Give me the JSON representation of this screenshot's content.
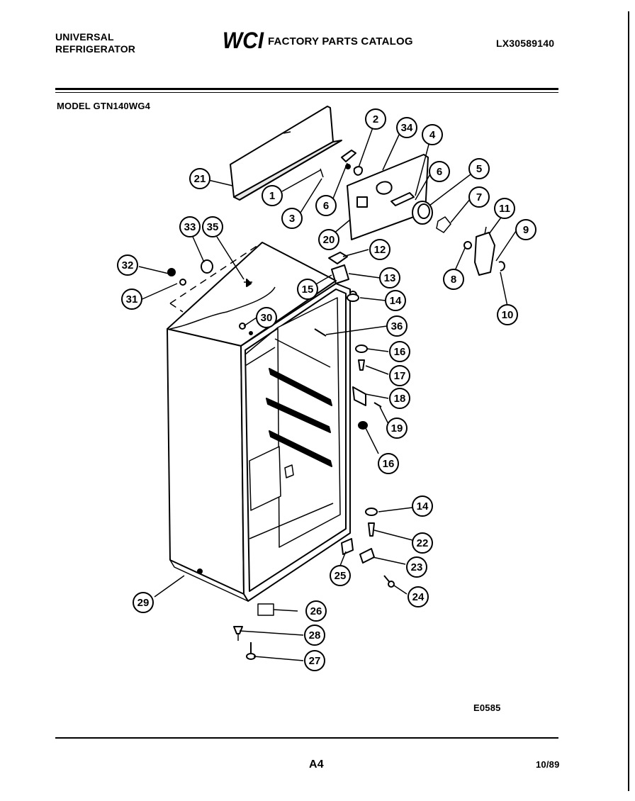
{
  "header": {
    "brand_line1": "UNIVERSAL",
    "brand_line2": "REFRIGERATOR",
    "logo_text": "WCI",
    "catalog_title": "FACTORY PARTS CATALOG",
    "catalog_number": "LX30589140",
    "model": "MODEL GTN140WG4"
  },
  "callouts": [
    "1",
    "2",
    "3",
    "4",
    "5",
    "6",
    "6",
    "7",
    "8",
    "9",
    "10",
    "11",
    "12",
    "13",
    "14",
    "14",
    "15",
    "16",
    "16",
    "17",
    "18",
    "19",
    "20",
    "21",
    "22",
    "23",
    "24",
    "25",
    "26",
    "27",
    "28",
    "29",
    "30",
    "31",
    "32",
    "33",
    "34",
    "35",
    "36"
  ],
  "footer": {
    "diagram_code": "E0585",
    "page": "A4",
    "date": "10/89"
  }
}
